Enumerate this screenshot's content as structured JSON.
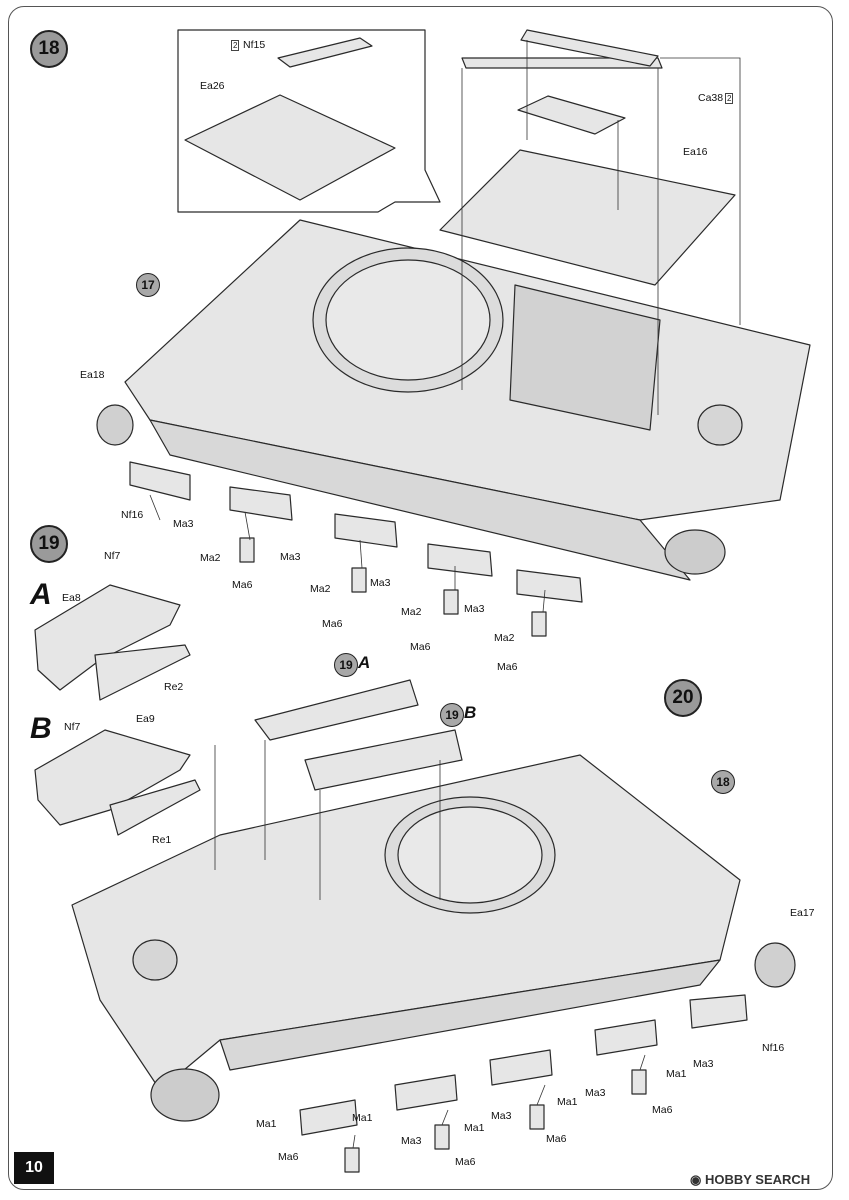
{
  "page_number": "10",
  "steps": {
    "s18": "18",
    "s19": "19",
    "s20": "20"
  },
  "refs": {
    "r17": "17",
    "r18": "18",
    "r19a": "19",
    "r19b": "19"
  },
  "variants": {
    "a": "A",
    "b": "B",
    "ref_a": "A",
    "ref_b": "B"
  },
  "qty": {
    "q2": "2"
  },
  "labels": {
    "nf15": "Nf15",
    "ea26": "Ea26",
    "ca38": "Ca38",
    "ea16": "Ea16",
    "ea18": "Ea18",
    "nf16_top": "Nf16",
    "ma3_t1": "Ma3",
    "ma2_t1": "Ma2",
    "ma6_t1": "Ma6",
    "ma3_t2": "Ma3",
    "ma2_t2": "Ma2",
    "ma3_t3": "Ma3",
    "ma6_t2": "Ma6",
    "ma2_t3": "Ma2",
    "ma3_t4": "Ma3",
    "ma6_t3": "Ma6",
    "ma2_t4": "Ma2",
    "ma6_t4": "Ma6",
    "nf7_a": "Nf7",
    "ea8": "Ea8",
    "re2": "Re2",
    "nf7_b": "Nf7",
    "ea9": "Ea9",
    "re1": "Re1",
    "ea17": "Ea17",
    "nf16_bot": "Nf16",
    "ma3_b1": "Ma3",
    "ma1_b1": "Ma1",
    "ma6_b1": "Ma6",
    "ma3_b2": "Ma3",
    "ma1_b2": "Ma1",
    "ma3_b3": "Ma3",
    "ma1_b3": "Ma1",
    "ma6_b2": "Ma6",
    "ma3_b4": "Ma3",
    "ma1_b4": "Ma1",
    "ma6_b3": "Ma6",
    "ma1_b5": "Ma1",
    "ma6_b4": "Ma6"
  },
  "watermark": "HOBBY SEARCH",
  "colors": {
    "part_fill": "#e6e6e6",
    "outline": "#2a2a2a",
    "step_badge": "#9a9a9a"
  }
}
